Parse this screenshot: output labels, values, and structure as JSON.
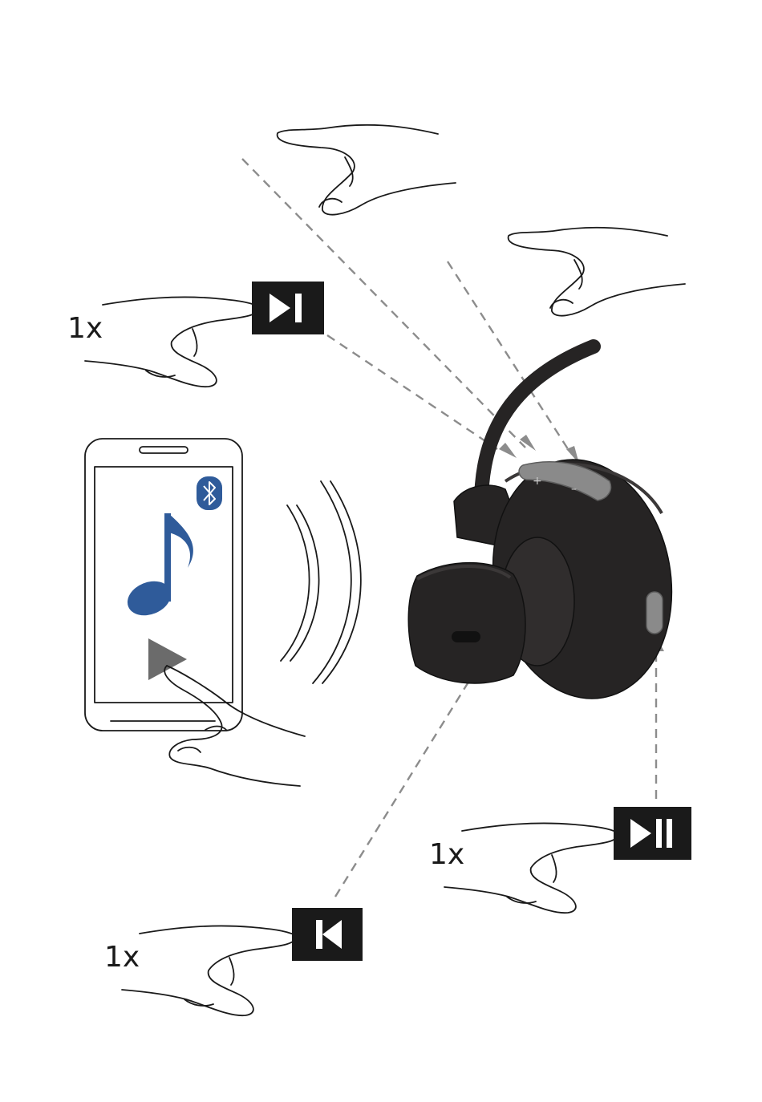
{
  "labels": {
    "next_count": "1x",
    "prev_count": "1x",
    "play_pause_count": "1x",
    "volume_up_mark": "+",
    "volume_down_mark": "–"
  },
  "icons": {
    "next_track": "next-track-icon",
    "previous_track": "previous-track-icon",
    "play_pause": "play-pause-icon",
    "bluetooth": "bluetooth-icon",
    "music_note": "music-note-icon",
    "play": "play-icon"
  },
  "colors": {
    "ink": "#1a1a1a",
    "guide": "#8c8c8c",
    "accent_blue": "#2f5b9a",
    "headset_body": "#262424",
    "headset_highlight": "#3b3838",
    "button_grey": "#8a8a8a"
  }
}
